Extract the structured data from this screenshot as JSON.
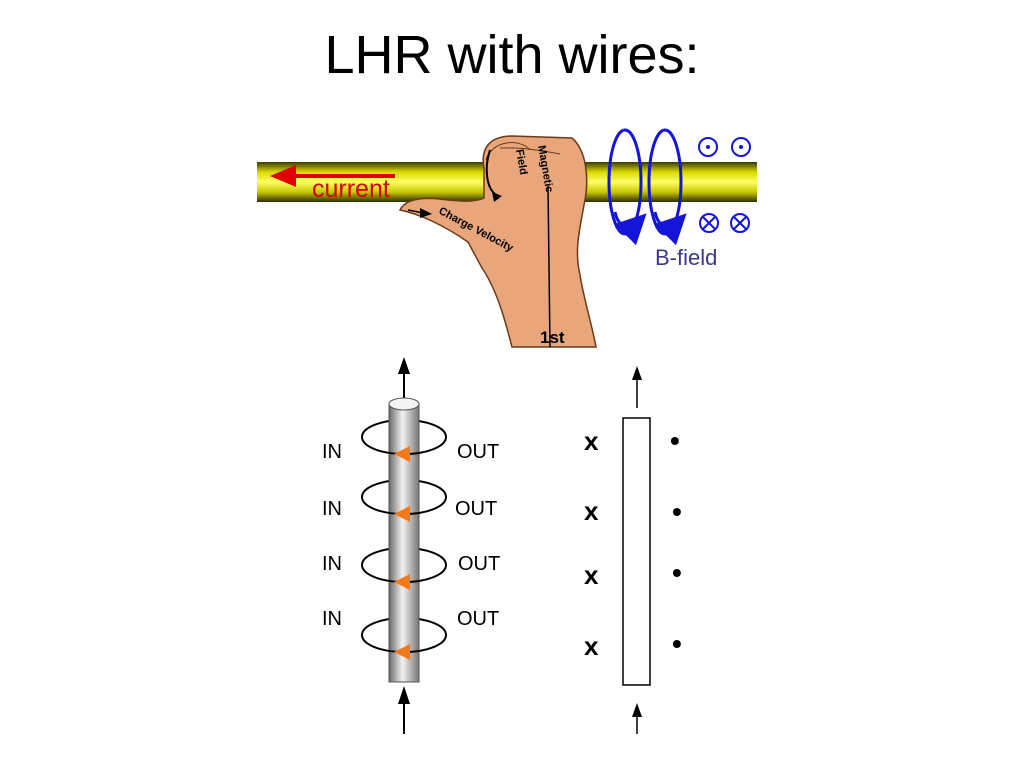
{
  "title": "LHR with wires:",
  "hand_figure": {
    "current_label": "current",
    "field_label": "Field",
    "magnetic_label": "Magnetic",
    "charge_velocity_label": "Charge Velocity",
    "fist_label": "1st",
    "b_field_label": "B-field"
  },
  "wire_diagram": {
    "left_labels": [
      "IN",
      "IN",
      "IN",
      "IN"
    ],
    "right_labels": [
      "OUT",
      "OUT",
      "OUT",
      "OUT"
    ]
  },
  "flat_wire_diagram": {
    "x_marks": [
      "x",
      "x",
      "x",
      "x"
    ],
    "dot_marks": [
      "•",
      "•",
      "•",
      "•"
    ]
  }
}
